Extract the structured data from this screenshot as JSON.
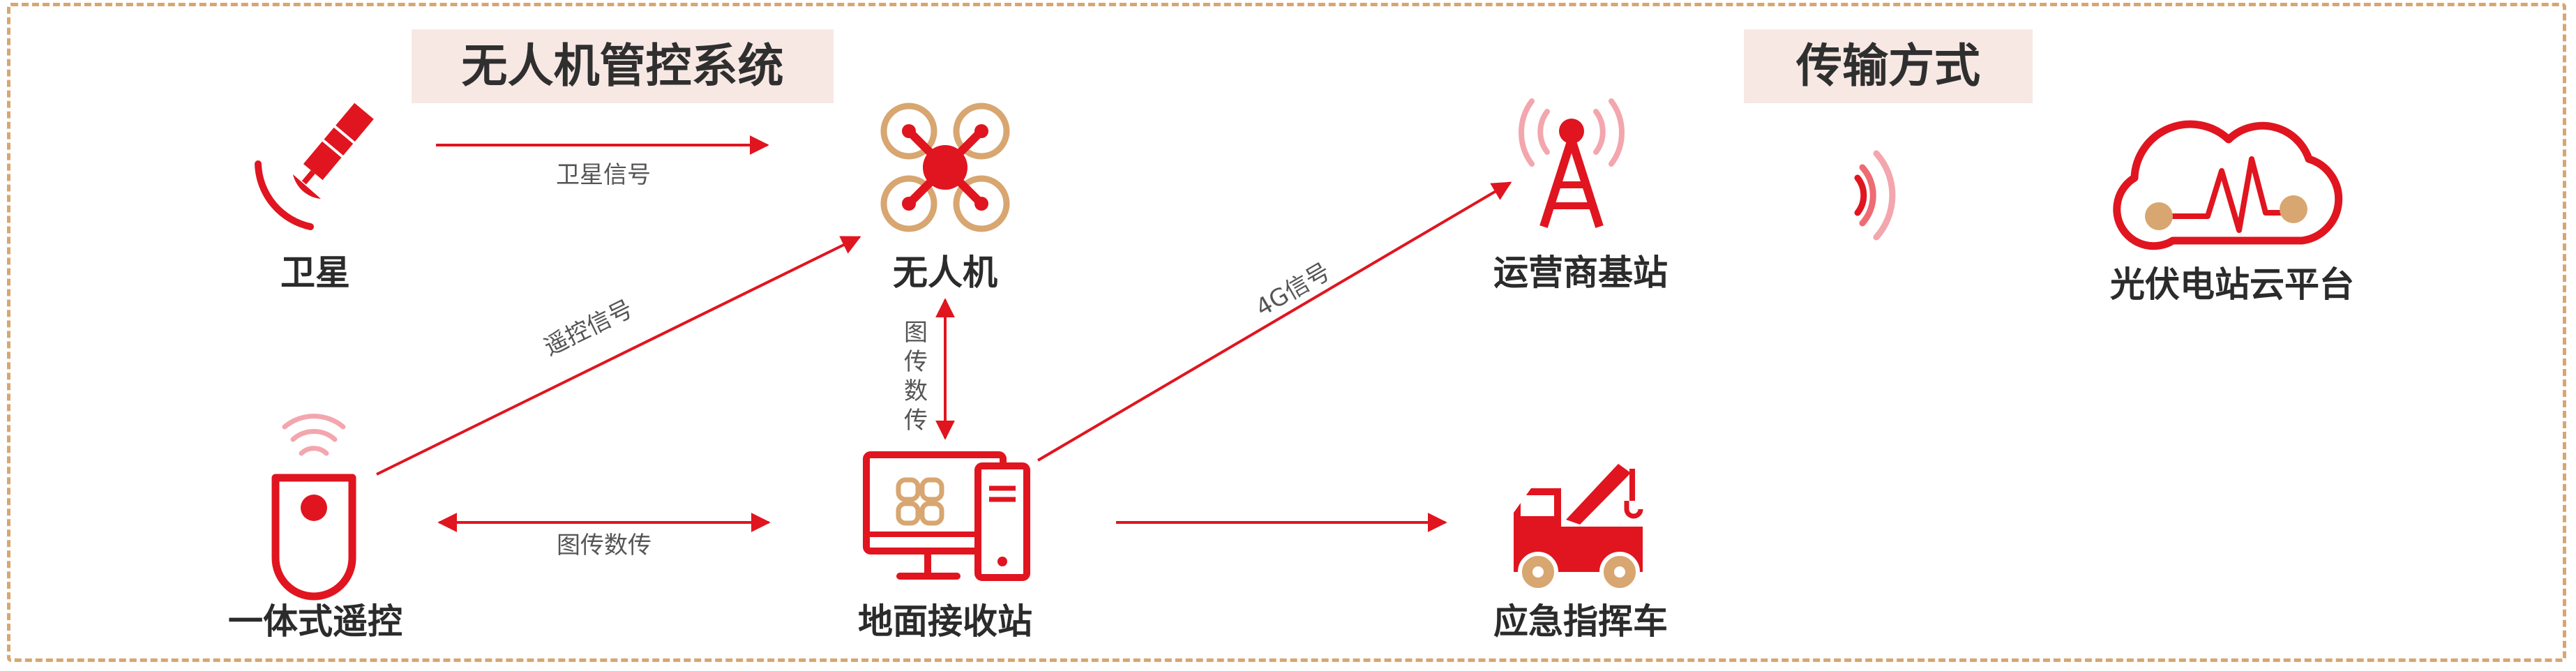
{
  "diagram": {
    "title_left": "无人机管控系统",
    "title_right": "传输方式",
    "nodes": {
      "satellite": "卫星",
      "drone": "无人机",
      "base_station": "运营商基站",
      "cloud_platform": "光伏电站云平台",
      "remote": "一体式遥控",
      "ground_station": "地面接收站",
      "command_vehicle": "应急指挥车"
    },
    "edges": {
      "satellite_signal": "卫星信号",
      "remote_control_signal": "遥控信号",
      "image_transfer_vertical": "图传数传",
      "signal_4g": "4G信号",
      "image_transfer_horizontal": "图传数传"
    }
  },
  "colors": {
    "red": "#e0151f",
    "tan": "#d8a670",
    "pink": "#f3a6ad",
    "banner": "#f7e8e4"
  },
  "icons": [
    "satellite-icon",
    "drone-icon",
    "cell-tower-icon",
    "wireless-waves-icon",
    "cloud-platform-icon",
    "remote-control-icon",
    "computer-icon",
    "rescue-truck-icon"
  ]
}
